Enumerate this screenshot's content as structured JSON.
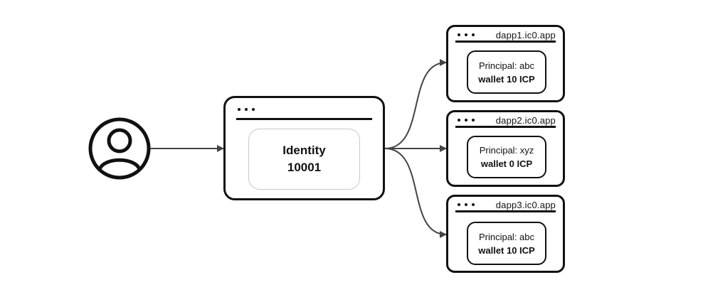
{
  "identity": {
    "title": "Identity",
    "number": "10001"
  },
  "dapps": [
    {
      "url": "dapp1.ic0.app",
      "principal": "Principal: abc",
      "wallet": "wallet 10 ICP"
    },
    {
      "url": "dapp2.ic0.app",
      "principal": "Principal: xyz",
      "wallet": "wallet 0 ICP"
    },
    {
      "url": "dapp3.ic0.app",
      "principal": "Principal: abc",
      "wallet": "wallet 10 ICP"
    }
  ],
  "icons": {
    "user": "user-avatar-icon",
    "window_controls": "window-dots-icon"
  },
  "colors": {
    "stroke": "#111111",
    "connector": "#444444",
    "inner_border_light": "#c8c8c8"
  }
}
